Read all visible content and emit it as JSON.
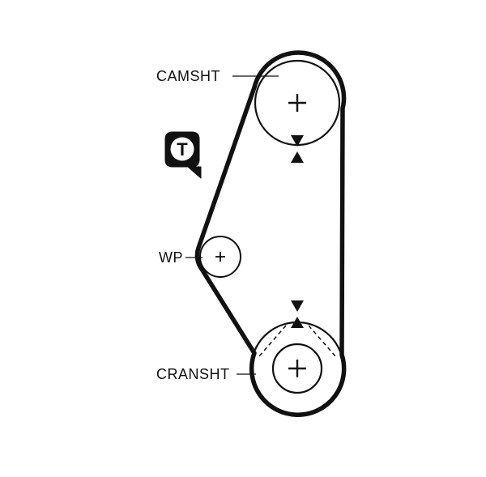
{
  "colors": {
    "ink": "#111111",
    "background": "#ffffff"
  },
  "labels": {
    "camshaft": "CAMSHT",
    "water_pump": "WP",
    "crankshaft": "CRANSHT"
  },
  "badge": {
    "letter": "T"
  }
}
